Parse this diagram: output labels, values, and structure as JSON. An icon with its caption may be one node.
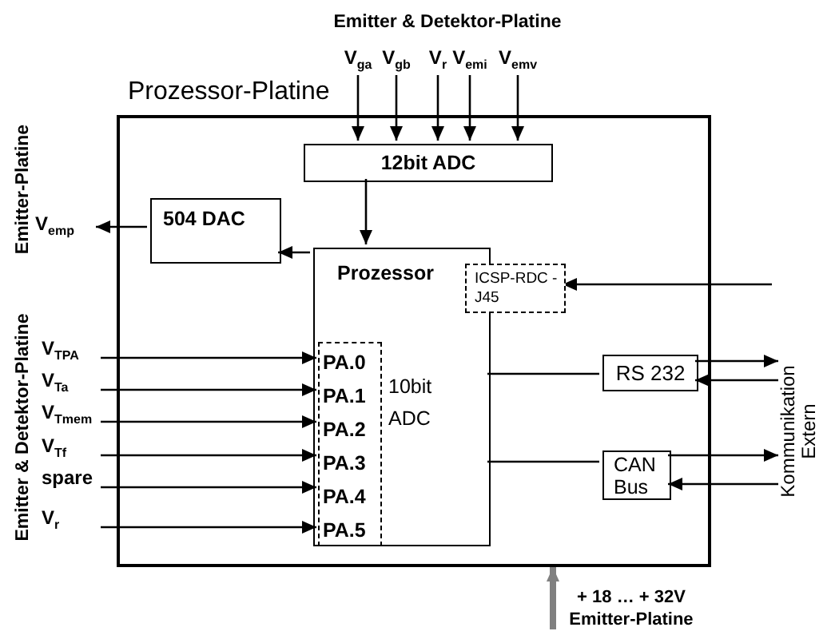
{
  "diagram": {
    "nodes": [
      {
        "text": [
          "Prozessor-Platine"
        ]
      },
      {
        "text": [
          "12bit ADC"
        ],
        "in": 0
      },
      {
        "text": [
          "504 DAC"
        ],
        "in": 0
      },
      {
        "text": [
          "Prozessor",
          "10bit ADC"
        ],
        "in": 0
      },
      {
        "text": [
          "ICSP-RDC -J45"
        ],
        "in": 0
      },
      {
        "text": [],
        "shape": "box",
        "in": 3
      },
      {
        "text": [
          "PA.0"
        ],
        "in": 5
      },
      {
        "text": [
          "PA.1"
        ],
        "in": 5
      },
      {
        "text": [
          "PA.2"
        ],
        "in": 5
      },
      {
        "text": [
          "PA.3"
        ],
        "in": 5
      },
      {
        "text": [
          "PA.4"
        ],
        "in": 5
      },
      {
        "text": [
          "PA.5"
        ],
        "in": 5
      },
      {
        "text": [
          "RS 232"
        ],
        "in": 0
      },
      {
        "text": [
          "CAN Bus"
        ],
        "in": 0
      },
      {
        "text": [
          "V$_{ga}$"
        ]
      },
      {
        "text": [
          "V$_{gb}$"
        ]
      },
      {
        "text": [
          "V$_{r}$"
        ]
      },
      {
        "text": [
          "V$_{emi}$"
        ]
      },
      {
        "text": [
          "V$_{emv}$"
        ]
      },
      {
        "text": [
          "V$_{emp}$"
        ]
      },
      {
        "text": [
          "V$_{TPA}$"
        ]
      },
      {
        "text": [
          "V$_{Ta}$"
        ]
      },
      {
        "text": [
          "V$_{Tmem}$"
        ]
      },
      {
        "text": [
          "V$_{Tf}$"
        ]
      },
      {
        "text": [
          "spare"
        ]
      },
      {
        "text": [
          "V$_{r}$"
        ]
      },
      {
        "text": [
          "Kommunikation Extern"
        ]
      }
    ],
    "edges": [
      {
        "from": 14,
        "to": 1,
        "arrow": "to"
      },
      {
        "from": 15,
        "to": 1,
        "arrow": "to"
      },
      {
        "from": 16,
        "to": 1,
        "arrow": "to"
      },
      {
        "from": 17,
        "to": 1,
        "arrow": "to"
      },
      {
        "from": 18,
        "to": 1,
        "arrow": "to"
      },
      {
        "from": 1,
        "to": 3,
        "arrow": "to"
      },
      {
        "from": 3,
        "to": 2,
        "arrow": "to"
      },
      {
        "from": 2,
        "to": 19,
        "arrow": "to"
      },
      {
        "from": 20,
        "to": 6,
        "arrow": "to"
      },
      {
        "from": 21,
        "to": 7,
        "arrow": "to"
      },
      {
        "from": 22,
        "to": 8,
        "arrow": "to"
      },
      {
        "from": 23,
        "to": 9,
        "arrow": "to"
      },
      {
        "from": 24,
        "to": 10,
        "arrow": "to"
      },
      {
        "from": 25,
        "to": 11,
        "arrow": "to"
      },
      {
        "from": null,
        "to": 4,
        "arrow": "to"
      },
      {
        "from": 3,
        "to": 12,
        "arrow": "none"
      },
      {
        "from": 3,
        "to": 13,
        "arrow": "none"
      },
      {
        "from": 12,
        "to": 26,
        "arrow": "to"
      },
      {
        "from": 26,
        "to": 12,
        "arrow": "to"
      },
      {
        "from": 13,
        "to": 26,
        "arrow": "to"
      },
      {
        "from": 26,
        "to": 13,
        "arrow": "to"
      },
      {
        "from": null,
        "to": 0,
        "arrow": "to",
        "style": "thick",
        "color": "#808080"
      }
    ],
    "labels": [
      "Emitter & Detektor-Platine",
      "Emitter-Platine",
      "Emitter & Detektor-Platine",
      "+ 18 … + 32V Emitter-Platine"
    ]
  }
}
